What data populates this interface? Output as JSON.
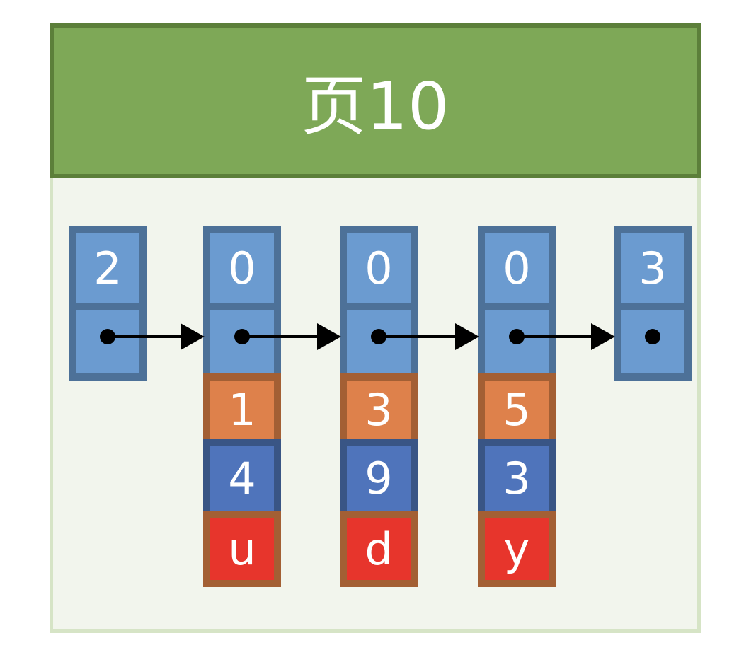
{
  "title": "页10",
  "records": [
    {
      "header": "2",
      "fields": []
    },
    {
      "header": "0",
      "fields": [
        "1",
        "4",
        "u"
      ]
    },
    {
      "header": "0",
      "fields": [
        "3",
        "9",
        "d"
      ]
    },
    {
      "header": "0",
      "fields": [
        "5",
        "3",
        "y"
      ]
    },
    {
      "header": "3",
      "fields": []
    }
  ],
  "colors": {
    "header_bg": "#7ea857",
    "record_header": "#6b9bd0",
    "field1": "#de814b",
    "field2": "#4f74bb",
    "field3": "#e7352c"
  }
}
